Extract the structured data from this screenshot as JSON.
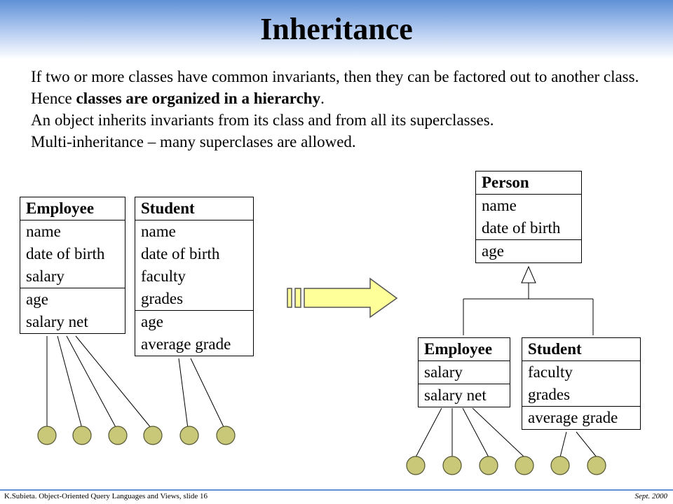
{
  "title": "Inheritance",
  "paragraphs": {
    "p1_before": "If two or more classes have common invariants, then they can be factored out to another class. Hence ",
    "p1_bold": "classes are organized in a hierarchy",
    "p1_after": ".",
    "p2": "An object inherits invariants from its class and from all its superclasses.",
    "p3": "Multi-inheritance – many superclases are allowed."
  },
  "left_diagram": {
    "employee": {
      "name": "Employee",
      "attributes": [
        "name",
        "date of birth",
        "salary"
      ],
      "methods": [
        "age",
        "salary net"
      ]
    },
    "student": {
      "name": "Student",
      "attributes": [
        "name",
        "date of birth",
        "faculty",
        "grades"
      ],
      "methods": [
        "age",
        "average grade"
      ]
    }
  },
  "right_diagram": {
    "person": {
      "name": "Person",
      "attributes": [
        "name",
        "date of birth"
      ],
      "methods": [
        "age"
      ]
    },
    "employee": {
      "name": "Employee",
      "attributes": [
        "salary"
      ],
      "methods": [
        "salary net"
      ]
    },
    "student": {
      "name": "Student",
      "attributes": [
        "faculty",
        "grades"
      ],
      "methods": [
        "average grade"
      ]
    }
  },
  "colors": {
    "title_band": "#5f90d6",
    "arrow_fill": "#ffff99",
    "object_fill": "#c8c878"
  },
  "footer": {
    "left": "K.Subieta. Object-Oriented Query Languages and Views, slide 16",
    "right": "Sept. 2000"
  }
}
